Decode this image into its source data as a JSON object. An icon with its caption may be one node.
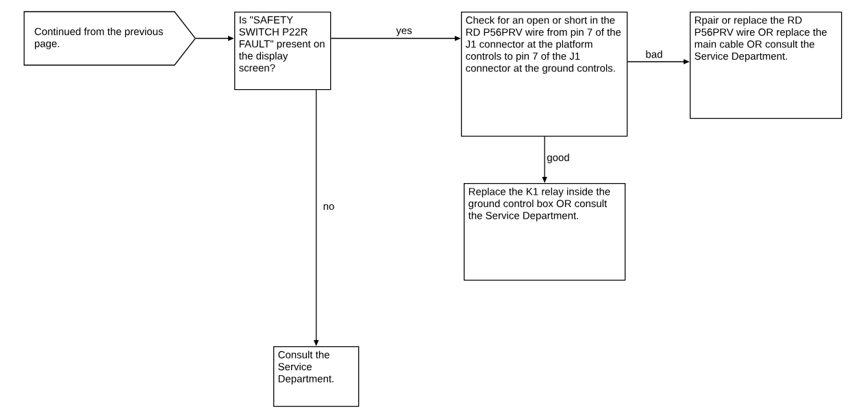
{
  "diagram": {
    "nodes": [
      {
        "text": [
          "Continued from the previous page."
        ]
      },
      {
        "text": [
          "Is \"SAFETY SWITCH P22R FAULT\" present on the display screen?"
        ]
      },
      {
        "text": [
          "Check for an open or short in the RD P56PRV wire from pin 7 of the J1 connector at the platform controls to pin 7 of the J1 connector at the ground controls."
        ]
      },
      {
        "text": [
          "Rpair or replace the RD P56PRV wire OR replace the main cable OR consult the Service Department."
        ]
      },
      {
        "text": [
          "Replace the K1 relay inside the ground control box OR consult the Service Department."
        ]
      },
      {
        "text": [
          "Consult the Service Department."
        ]
      }
    ],
    "edges": [
      {
        "from": 0,
        "to": 1,
        "arrow": "to"
      },
      {
        "from": 1,
        "to": 2,
        "arrow": "to",
        "label": "yes"
      },
      {
        "from": 2,
        "to": 3,
        "arrow": "to",
        "label": "bad"
      },
      {
        "from": 2,
        "to": 4,
        "arrow": "to",
        "label": "good"
      },
      {
        "from": 1,
        "to": 5,
        "arrow": "to",
        "label": "no"
      }
    ]
  }
}
